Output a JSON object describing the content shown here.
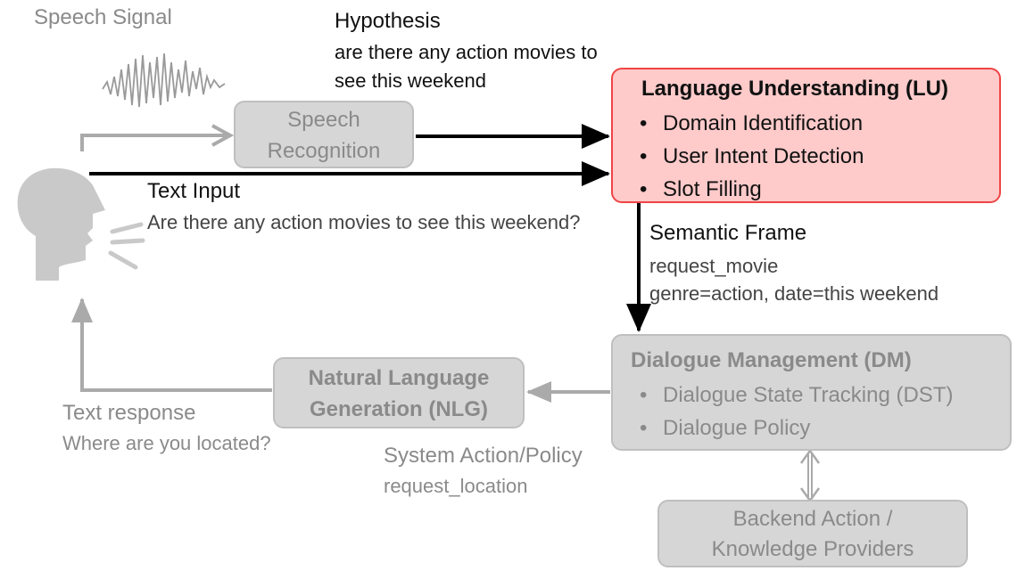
{
  "labels": {
    "speech_signal": "Speech Signal",
    "hypothesis_title": "Hypothesis",
    "hypothesis_line1": "are there any action movies to",
    "hypothesis_line2": "see this weekend",
    "text_input_title": "Text Input",
    "text_input_text": "Are there any action movies to see this weekend?",
    "semantic_frame_title": "Semantic Frame",
    "semantic_frame_line1": "request_movie",
    "semantic_frame_line2": "genre=action, date=this weekend",
    "text_response_title": "Text response",
    "text_response_text": "Where are you located?",
    "system_action_title": "System Action/Policy",
    "system_action_text": "request_location"
  },
  "boxes": {
    "asr": {
      "line1": "Speech",
      "line2": "Recognition"
    },
    "lu": {
      "title": "Language Understanding (LU)",
      "items": [
        "Domain Identification",
        "User Intent Detection",
        "Slot Filling"
      ]
    },
    "dm": {
      "title": "Dialogue Management (DM)",
      "items": [
        "Dialogue State Tracking (DST)",
        "Dialogue Policy"
      ]
    },
    "nlg": {
      "line1": "Natural Language",
      "line2": "Generation (NLG)"
    },
    "backend": {
      "line1": "Backend Action /",
      "line2": "Knowledge Providers"
    }
  },
  "colors": {
    "lu_fill": "#fecaca",
    "lu_border": "#ef4444",
    "grey_box_fill": "#d6d6d6",
    "grey_text": "#8a8a8a",
    "arrow_dark": "#000000",
    "arrow_grey": "#aaaaaa"
  },
  "icons": [
    "speaking-head-icon",
    "waveform-icon"
  ]
}
